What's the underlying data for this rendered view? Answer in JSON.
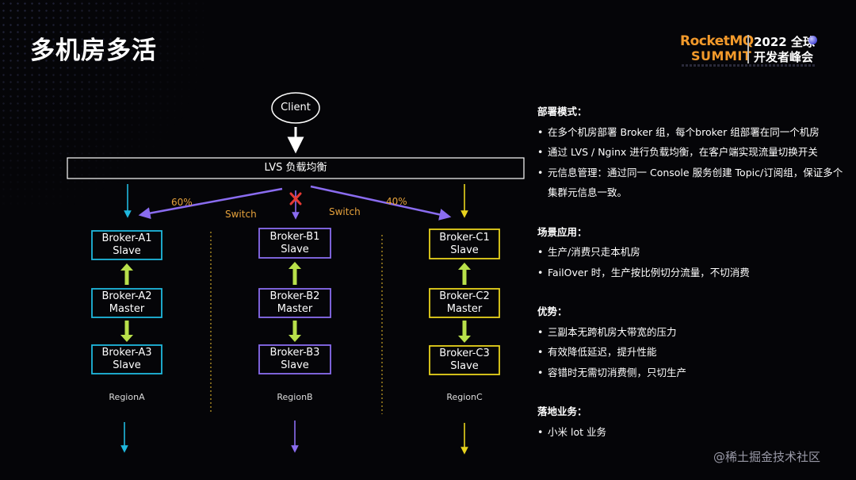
{
  "slide": {
    "title": "多机房多活",
    "logo": {
      "brand": "RocketMQ",
      "summit": "SUMMIT",
      "year": "2022 全球",
      "event": "开发者峰会"
    },
    "watermark": "@稀土掘金技术社区"
  },
  "diagram": {
    "client": "Client",
    "lvs": "LVS 负载均衡",
    "splits": {
      "left_percent": "60%",
      "right_percent": "40%",
      "switch_left": "Switch",
      "switch_right": "Switch"
    },
    "regions": [
      {
        "name": "RegionA",
        "color": "#1fb8de",
        "top": [
          "Broker-A1",
          "Slave"
        ],
        "mid": [
          "Broker-A2",
          "Master"
        ],
        "bot": [
          "Broker-A3",
          "Slave"
        ]
      },
      {
        "name": "RegionB",
        "color": "#8a6cf0",
        "top": [
          "Broker-B1",
          "Slave"
        ],
        "mid": [
          "Broker-B2",
          "Master"
        ],
        "bot": [
          "Broker-B3",
          "Slave"
        ]
      },
      {
        "name": "RegionC",
        "color": "#e8d31d",
        "top": [
          "Broker-C1",
          "Slave"
        ],
        "mid": [
          "Broker-C2",
          "Master"
        ],
        "bot": [
          "Broker-C3",
          "Slave"
        ]
      }
    ],
    "colors": {
      "green_arrow": "#b8e04a",
      "red_x": "#e53935",
      "divider": "#c9a227"
    }
  },
  "panel": {
    "sections": [
      {
        "heading": "部署模式：",
        "items": [
          "在多个机房部署 Broker 组，每个broker 组部署在同一个机房",
          "通过 LVS / Nginx 进行负载均衡，在客户端实现流量切换开关",
          "元信息管理：通过同一 Console 服务创建 Topic/订阅组，保证多个集群元信息一致。"
        ]
      },
      {
        "heading": "场景应用：",
        "items": [
          "生产/消费只走本机房",
          "FailOver 时，生产按比例切分流量，不切消费"
        ]
      },
      {
        "heading": "优势：",
        "items": [
          "三副本无跨机房大带宽的压力",
          "有效降低延迟，提升性能",
          "容错时无需切消费侧，只切生产"
        ]
      },
      {
        "heading": "落地业务：",
        "items": [
          "小米 lot 业务"
        ]
      }
    ]
  }
}
